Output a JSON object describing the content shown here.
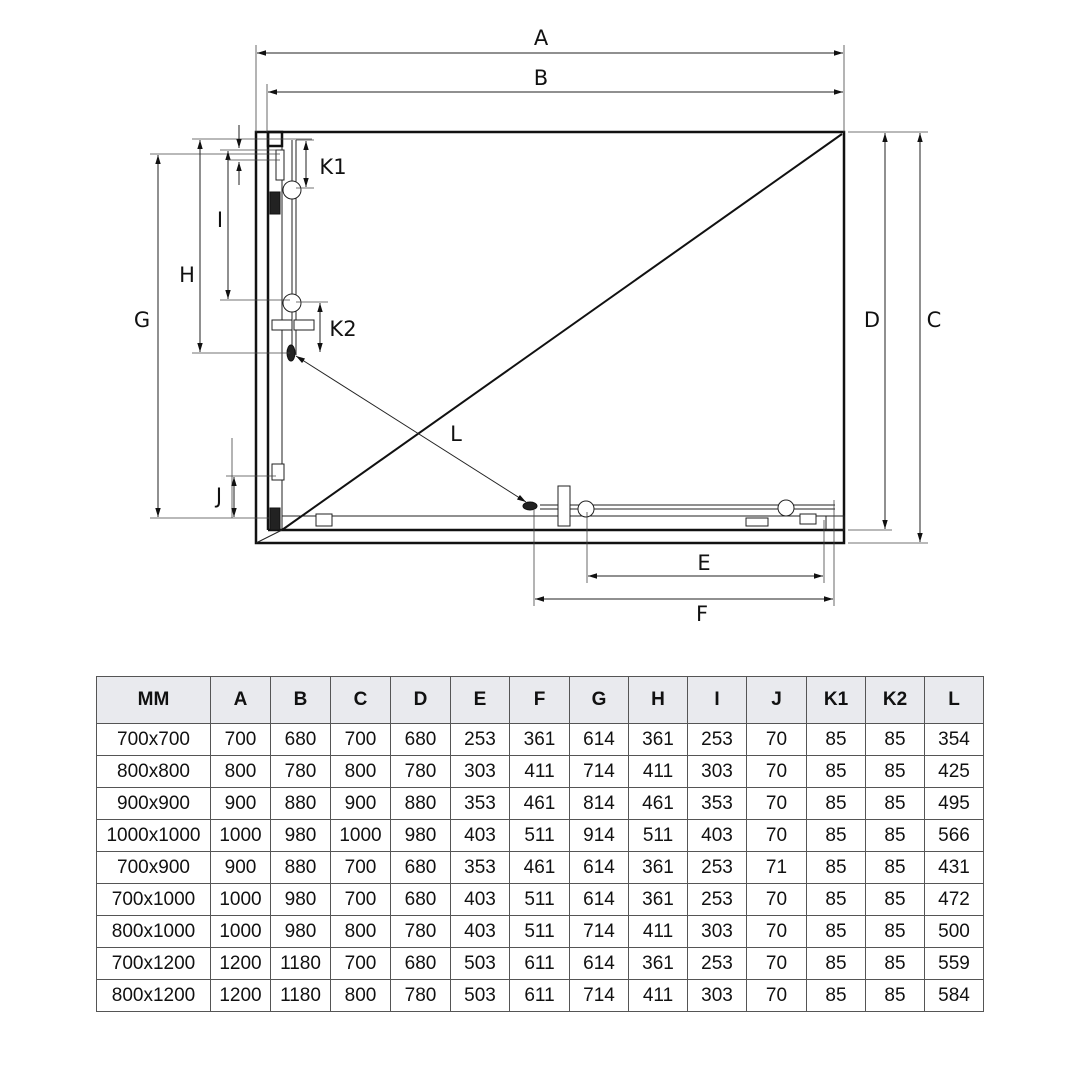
{
  "diagram": {
    "title": "Shower enclosure dimension drawing (top view)",
    "labels": {
      "A": "A",
      "B": "B",
      "C": "C",
      "D": "D",
      "E": "E",
      "F": "F",
      "G": "G",
      "H": "H",
      "I": "I",
      "J": "J",
      "K1": "K1",
      "K2": "K2",
      "L": "L"
    }
  },
  "table": {
    "headers": [
      "MM",
      "A",
      "B",
      "C",
      "D",
      "E",
      "F",
      "G",
      "H",
      "I",
      "J",
      "K1",
      "K2",
      "L"
    ],
    "rows": [
      [
        "700x700",
        "700",
        "680",
        "700",
        "680",
        "253",
        "361",
        "614",
        "361",
        "253",
        "70",
        "85",
        "85",
        "354"
      ],
      [
        "800x800",
        "800",
        "780",
        "800",
        "780",
        "303",
        "411",
        "714",
        "411",
        "303",
        "70",
        "85",
        "85",
        "425"
      ],
      [
        "900x900",
        "900",
        "880",
        "900",
        "880",
        "353",
        "461",
        "814",
        "461",
        "353",
        "70",
        "85",
        "85",
        "495"
      ],
      [
        "1000x1000",
        "1000",
        "980",
        "1000",
        "980",
        "403",
        "511",
        "914",
        "511",
        "403",
        "70",
        "85",
        "85",
        "566"
      ],
      [
        "700x900",
        "900",
        "880",
        "700",
        "680",
        "353",
        "461",
        "614",
        "361",
        "253",
        "71",
        "85",
        "85",
        "431"
      ],
      [
        "700x1000",
        "1000",
        "980",
        "700",
        "680",
        "403",
        "511",
        "614",
        "361",
        "253",
        "70",
        "85",
        "85",
        "472"
      ],
      [
        "800x1000",
        "1000",
        "980",
        "800",
        "780",
        "403",
        "511",
        "714",
        "411",
        "303",
        "70",
        "85",
        "85",
        "500"
      ],
      [
        "700x1200",
        "1200",
        "1180",
        "700",
        "680",
        "503",
        "611",
        "614",
        "361",
        "253",
        "70",
        "85",
        "85",
        "559"
      ],
      [
        "800x1200",
        "1200",
        "1180",
        "800",
        "780",
        "503",
        "611",
        "714",
        "411",
        "303",
        "70",
        "85",
        "85",
        "584"
      ]
    ]
  },
  "colors": {
    "header_bg": "#e9eaee",
    "grid": "#555555",
    "line": "#111111"
  }
}
